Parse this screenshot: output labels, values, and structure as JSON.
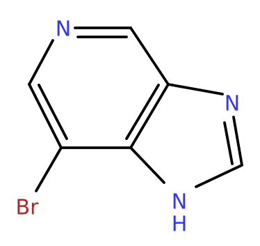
{
  "colors": {
    "bond": "#000000",
    "nitrogen": "#3333ff",
    "bromine": "#a52a2a",
    "background": "#ffffff"
  },
  "molecule": {
    "atoms": {
      "n_pyridine": "N",
      "n_imidazole": "N",
      "bromine": "Br",
      "nh_n": "N",
      "nh_h": "H"
    }
  }
}
